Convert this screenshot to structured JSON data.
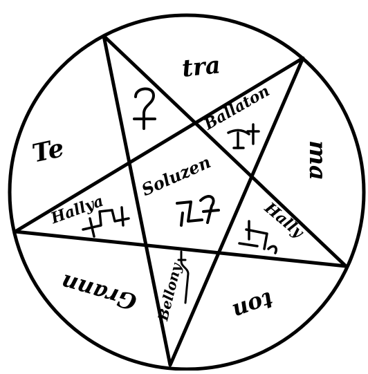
{
  "diagram": {
    "ink_color": "#000000",
    "paper_color": "#ffffff",
    "outer_words": {
      "top_right": "tra",
      "right": "ma",
      "bottom_right": "ton",
      "bottom_left": "Grann",
      "left": "Te"
    },
    "inner_words": {
      "upper_right_arm": "Ballaton",
      "left_arm": "Hallya",
      "center": "Soluzen",
      "right_arm": "Hally",
      "bottom_arm": "Bellony"
    },
    "symbols": [
      "top-glyph",
      "ballaton-glyph",
      "hallya-glyph",
      "soluzen-glyph",
      "hally-glyph",
      "bellony-glyph"
    ]
  }
}
